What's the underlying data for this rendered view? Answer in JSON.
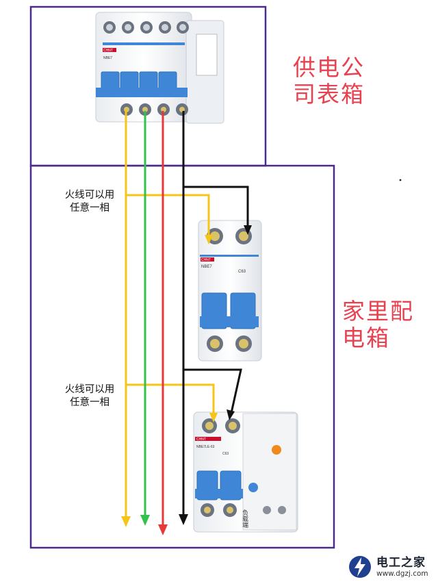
{
  "labels": {
    "supply_box": "供电公司表箱",
    "home_box": "家里配电箱",
    "live_note_1": "火线可以用任意一相",
    "live_note_2": "火线可以用任意一相"
  },
  "devices": {
    "main_breaker": {
      "brand": "CHNT",
      "model": "NBE7"
    },
    "branch_breaker": {
      "brand": "CHNT",
      "model": "NBE7",
      "rating": "C63"
    },
    "rcd_breaker": {
      "brand": "CHNT",
      "model": "NBE7LE-63",
      "rating": "C63",
      "load_terminal": "负载端"
    }
  },
  "colors": {
    "box_border": "#4b2a8a",
    "phase_yellow": "#f5c518",
    "phase_green": "#33c24d",
    "phase_red": "#e63a3a",
    "neutral_black": "#111111",
    "label_red": "#e8414f",
    "breaker_blue": "#3f86d6"
  },
  "watermark": {
    "name": "电工之家",
    "url": "www.dgzj.com",
    "logo": "lightning-bolt-icon"
  }
}
